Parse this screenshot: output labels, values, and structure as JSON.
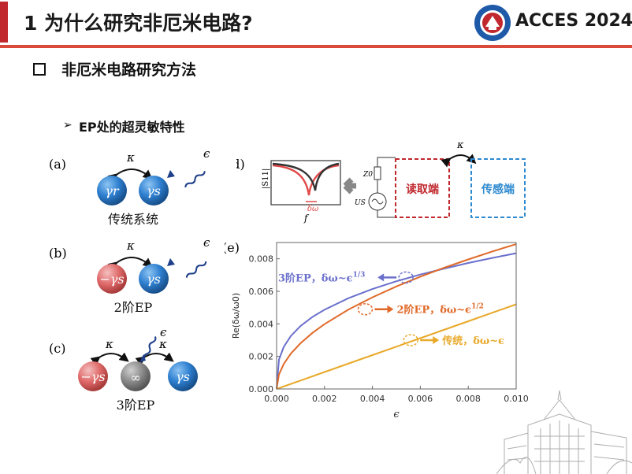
{
  "header": {
    "title": "1  为什么研究非厄米电路?",
    "conference": "ACCES 2024",
    "logo_icon": "university-seal-icon"
  },
  "section": {
    "bullet_icon": "hollow-square-bullet-icon",
    "heading": "非厄米电路研究方法",
    "sub_bullet_icon": "arrowhead-bullet-icon",
    "sub_heading": "EP处的超灵敏特性"
  },
  "panels": {
    "a": {
      "label": "(a)",
      "coupling": "κ",
      "perturbation": "ϵ",
      "left_ball": "γr",
      "right_ball": "γs",
      "caption": "传统系统"
    },
    "b": {
      "label": "(b)",
      "coupling": "κ",
      "perturbation": "ϵ",
      "left_ball": "−γs",
      "right_ball": "γs",
      "caption": "2阶EP"
    },
    "c": {
      "label": "(c)",
      "coupling_left": "κ",
      "coupling_right": "κ",
      "perturbation": "ϵ",
      "left_ball": "−γs",
      "middle_ball": "∞",
      "right_ball": "γs",
      "caption": "3阶EP"
    },
    "d": {
      "label": "(d)",
      "ylabel": "|S11|",
      "xlabel": "f",
      "shift": "δω",
      "source_z": "Z0",
      "source_u": "US",
      "readout": "读取端",
      "sensor": "传感端",
      "coupling": "κ"
    },
    "e": {
      "label": "(e)"
    }
  },
  "colors": {
    "blue_ball": "#2e7fd0",
    "red_ball": "#e06a6a",
    "gray_ball": "#8a8a8a",
    "ep3": "#6a70cc",
    "ep2": "#e06a2a",
    "conventional": "#e8a92a",
    "accent": "#c0282d"
  },
  "chart_data": {
    "type": "line",
    "xlabel": "ϵ",
    "ylabel": "Re(δω/ω0)",
    "xlim": [
      0,
      0.01
    ],
    "ylim": [
      0,
      0.009
    ],
    "xticks": [
      "0.000",
      "0.002",
      "0.004",
      "0.006",
      "0.008",
      "0.010"
    ],
    "yticks": [
      "0.000",
      "0.002",
      "0.004",
      "0.006",
      "0.008"
    ],
    "series": [
      {
        "name": "3阶EP，δω~ϵ1/3",
        "color": "#6a70cc",
        "x": [
          0,
          0.0001,
          0.0003,
          0.0006,
          0.001,
          0.0015,
          0.002,
          0.003,
          0.004,
          0.005,
          0.006,
          0.007,
          0.008,
          0.009,
          0.01
        ],
        "y": [
          0,
          0.0018,
          0.00259,
          0.00326,
          0.00387,
          0.00443,
          0.00487,
          0.00558,
          0.00614,
          0.00662,
          0.00703,
          0.0074,
          0.00774,
          0.00805,
          0.00834
        ]
      },
      {
        "name": "2阶EP，δω~ϵ1/2",
        "color": "#e06a2a",
        "x": [
          0,
          0.0001,
          0.0003,
          0.0006,
          0.001,
          0.0015,
          0.002,
          0.003,
          0.004,
          0.005,
          0.006,
          0.007,
          0.008,
          0.009,
          0.01
        ],
        "y": [
          0,
          0.00089,
          0.00154,
          0.00218,
          0.00281,
          0.00345,
          0.00398,
          0.00488,
          0.00563,
          0.0063,
          0.0069,
          0.00745,
          0.00796,
          0.00845,
          0.0089
        ]
      },
      {
        "name": "传统，δω~ϵ",
        "color": "#e8a92a",
        "x": [
          0,
          0.002,
          0.004,
          0.006,
          0.008,
          0.01
        ],
        "y": [
          0,
          0.00104,
          0.00208,
          0.00312,
          0.00416,
          0.0052
        ]
      }
    ],
    "annotations": [
      {
        "text_main": "3阶EP，δω~ϵ",
        "text_exp": "1/3",
        "color": "#6a70cc",
        "marker_x": 0.0054,
        "marker_y": 0.00685,
        "arrow": "left"
      },
      {
        "text_main": "2阶EP，δω~ϵ",
        "text_exp": "1/2",
        "color": "#e06a2a",
        "marker_x": 0.0037,
        "marker_y": 0.0049,
        "arrow": "right"
      },
      {
        "text_main": "传统，δω~ϵ",
        "text_exp": "",
        "color": "#e8a92a",
        "marker_x": 0.0056,
        "marker_y": 0.003,
        "arrow": "right"
      }
    ]
  }
}
